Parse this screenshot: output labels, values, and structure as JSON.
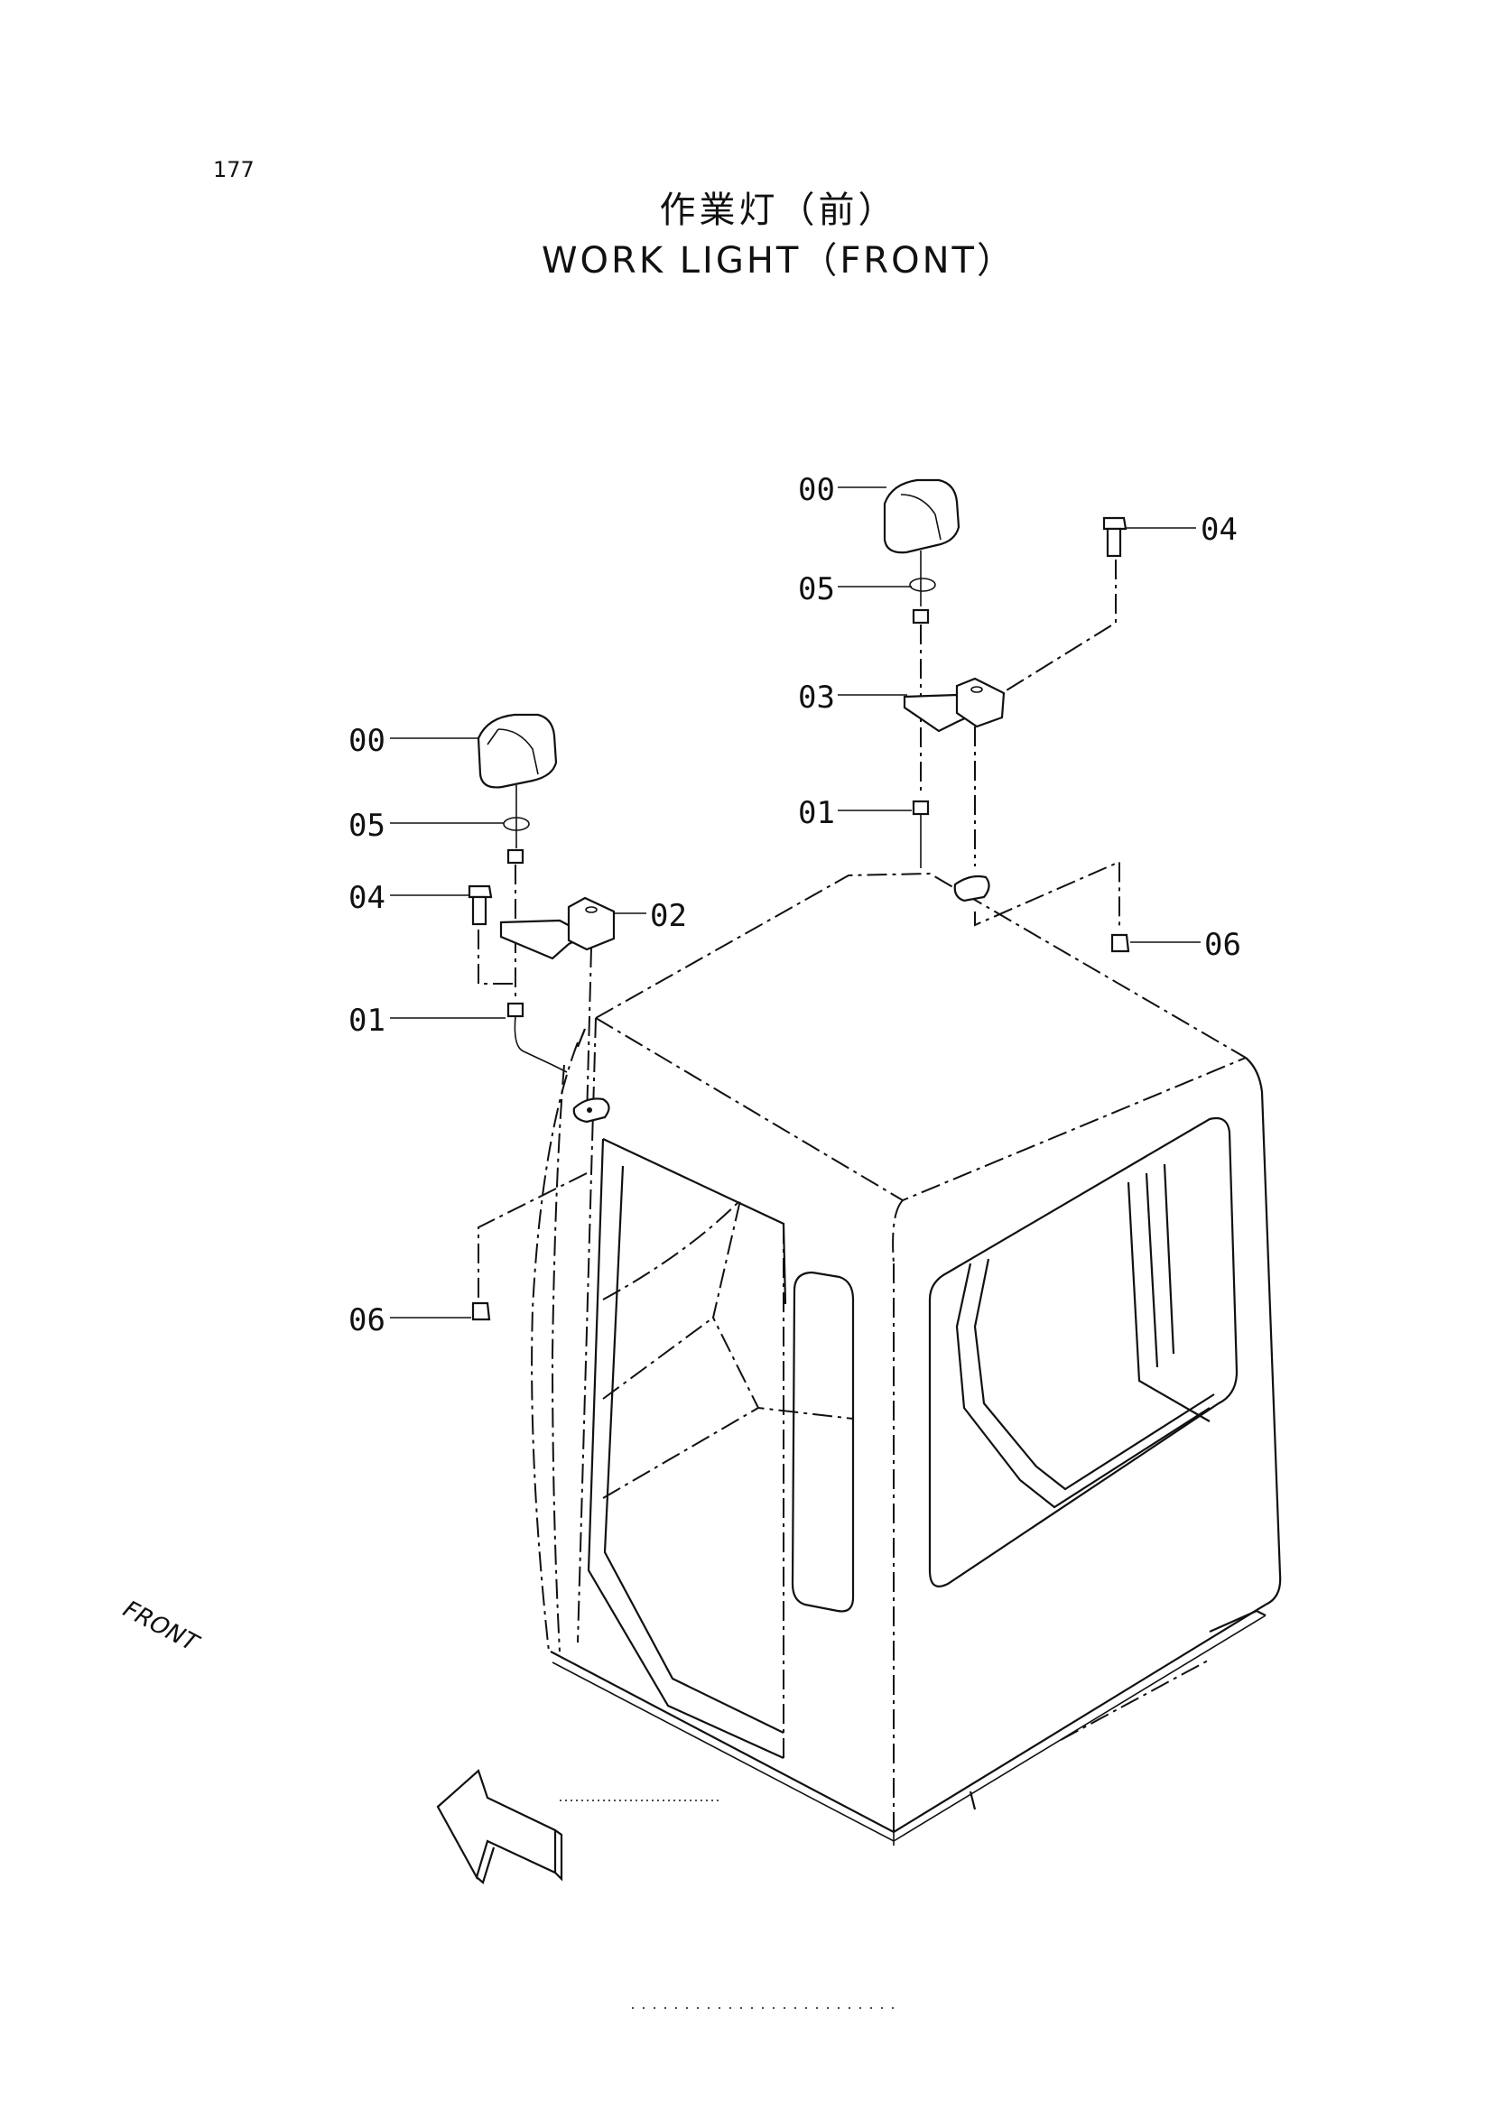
{
  "page_number": "177",
  "title_jp": "作業灯（前）",
  "title_en": "WORK LIGHT（FRONT）",
  "callouts": [
    "00",
    "05",
    "04",
    "03",
    "01",
    "06",
    "00",
    "05",
    "04",
    "02",
    "01",
    "06"
  ],
  "front_label": "FRONT"
}
